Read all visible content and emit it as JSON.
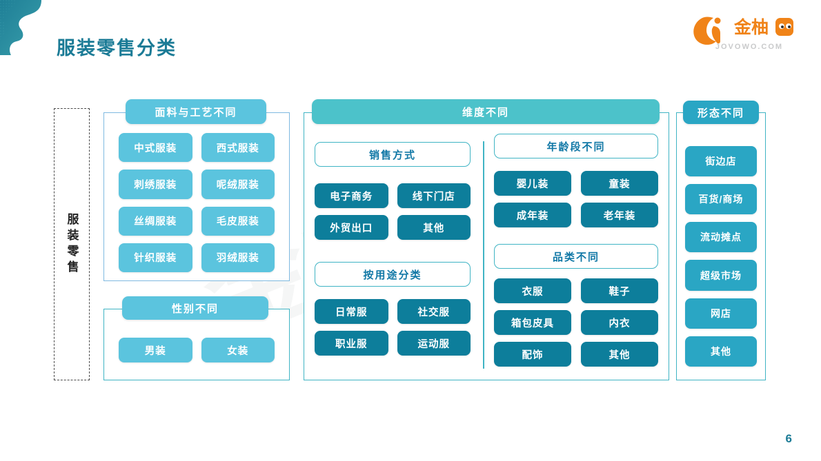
{
  "header": {
    "title": "服装零售分类",
    "logo_text": "金柚网",
    "logo_sub": "JOVOWO.COM"
  },
  "watermark": {
    "line1": "金柚网",
    "line2": "知识"
  },
  "root": {
    "label": "服装零售"
  },
  "panels": {
    "fabric": {
      "header": "面料与工艺不同",
      "items": [
        "中式服装",
        "西式服装",
        "刺绣服装",
        "呢绒服装",
        "丝绸服装",
        "毛皮服装",
        "针织服装",
        "羽绒服装"
      ]
    },
    "gender": {
      "header": "性别不同",
      "items": [
        "男装",
        "女装"
      ]
    },
    "dimension": {
      "header": "维度不同",
      "groups": [
        {
          "title": "销售方式",
          "items": [
            "电子商务",
            "线下门店",
            "外贸出口",
            "其他"
          ]
        },
        {
          "title": "按用途分类",
          "items": [
            "日常服",
            "社交服",
            "职业服",
            "运动服"
          ]
        },
        {
          "title": "年龄段不同",
          "items": [
            "婴儿装",
            "童装",
            "成年装",
            "老年装"
          ]
        },
        {
          "title": "品类不同",
          "items": [
            "衣服",
            "鞋子",
            "箱包皮具",
            "内衣",
            "配饰",
            "其他"
          ]
        }
      ]
    },
    "form": {
      "header": "形态不同",
      "items": [
        "街边店",
        "百货/商场",
        "流动摊点",
        "超级市场",
        "网店",
        "其他"
      ]
    }
  },
  "footer": {
    "page_number": "6"
  },
  "colors": {
    "light_blue": "#5bc4de",
    "mid_teal": "#2aa6c4",
    "dark_teal": "#0d7e9b",
    "header_teal": "#4cc2ca",
    "title_teal": "#1b7b96",
    "logo_orange": "#f08318"
  }
}
